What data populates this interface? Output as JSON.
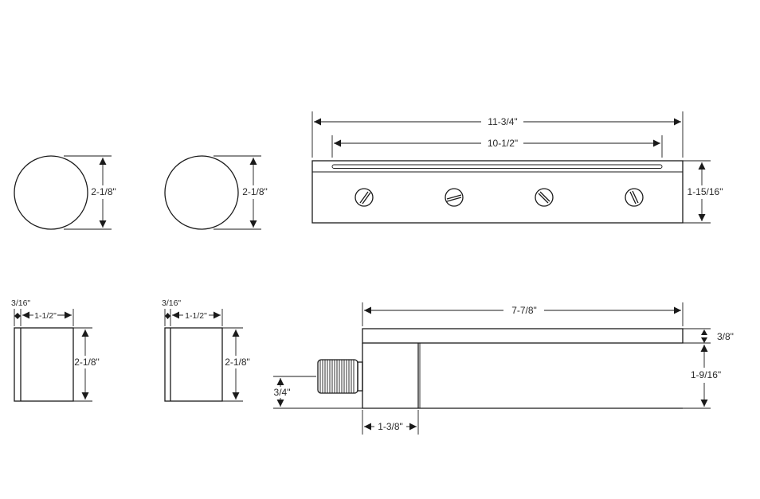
{
  "drawing": {
    "dims": {
      "knob_front_1_dia": "2-1/8\"",
      "knob_front_2_dia": "2-1/8\"",
      "spout_overall_len": "11-3/4\"",
      "spout_inner_len": "10-1/2\"",
      "spout_height": "1-15/16\"",
      "knob_side_1_flange": "3/16\"",
      "knob_side_1_depth": "1-1/2\"",
      "knob_side_1_height": "2-1/8\"",
      "knob_side_2_flange": "3/16\"",
      "knob_side_2_depth": "1-1/2\"",
      "knob_side_2_height": "2-1/8\"",
      "spout_side_top_len": "7-7/8\"",
      "spout_side_lip": "3/8\"",
      "spout_side_height": "1-9/16\"",
      "spout_side_thread": "3/4\"",
      "spout_side_base": "1-3/8\""
    }
  }
}
